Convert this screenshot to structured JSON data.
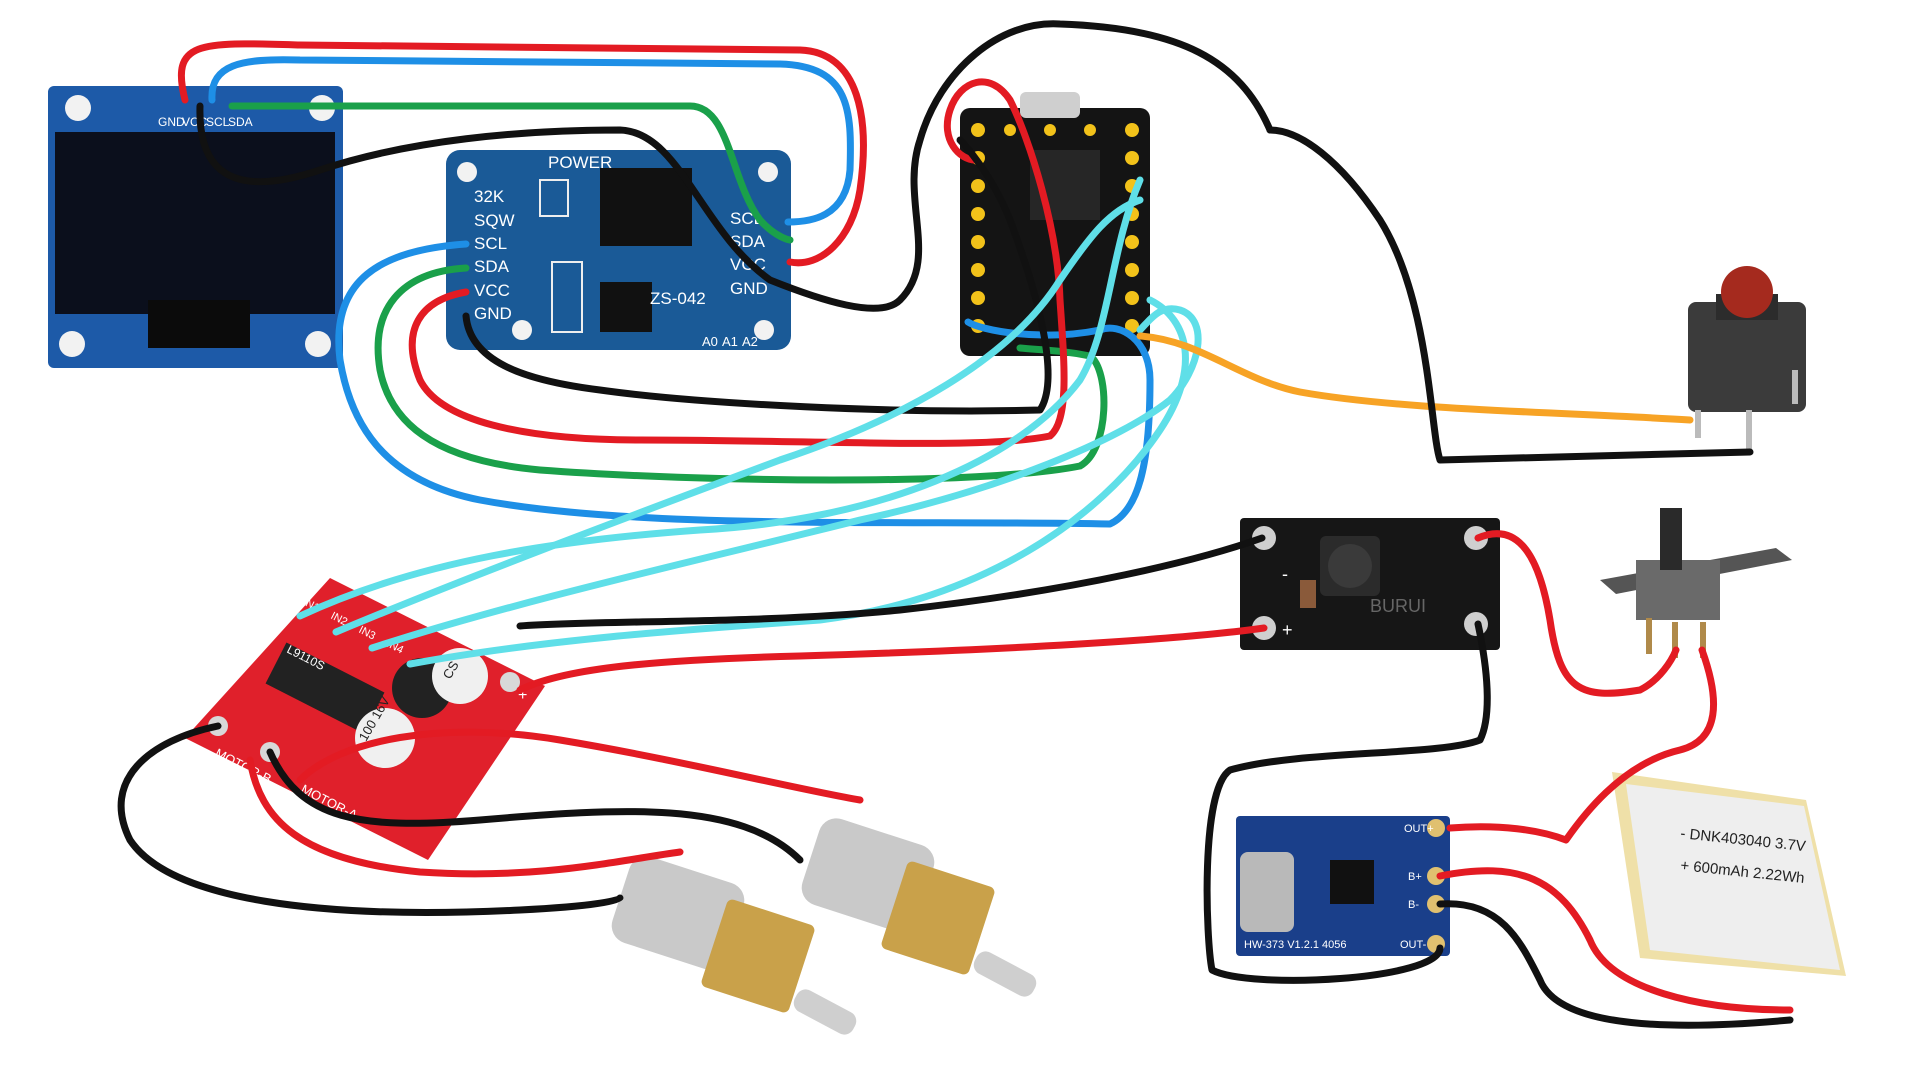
{
  "oled": {
    "pins": [
      "GND",
      "VCC",
      "SCL",
      "SDA"
    ]
  },
  "rtc": {
    "title": "POWER",
    "chip": "ZS-042",
    "left_pins": [
      "32K",
      "SQW",
      "SCL",
      "SDA",
      "VCC",
      "GND"
    ],
    "right_pins": [
      "SCL",
      "SDA",
      "VCC",
      "GND"
    ],
    "addr_pins": [
      "A0",
      "A1",
      "A2"
    ]
  },
  "buck": {
    "plus": "+",
    "minus": "-",
    "brand": "BURUI"
  },
  "charger": {
    "model": "HW-373 V1.2.1 4056",
    "out_plus": "OUT+",
    "out_minus": "OUT-",
    "b_plus": "B+",
    "b_minus": "B-"
  },
  "battery": {
    "line1": "- DNK403040 3.7V",
    "line2": "+ 600mAh 2.22Wh"
  },
  "motor_driver": {
    "cap1": "100 16V",
    "cap2": "CS",
    "label_a": "MOTOR-A",
    "label_b": "MOTOR-B",
    "chip": "L9110S",
    "inputs": [
      "IN1",
      "IN2",
      "IN3",
      "IN4"
    ],
    "plus": "+",
    "minus": "-"
  },
  "colors": {
    "red": "#e31b23",
    "black": "#111111",
    "blue": "#1e8fe6",
    "green": "#1aa04a",
    "cyan": "#5fdfe8",
    "orange": "#f7a325"
  }
}
